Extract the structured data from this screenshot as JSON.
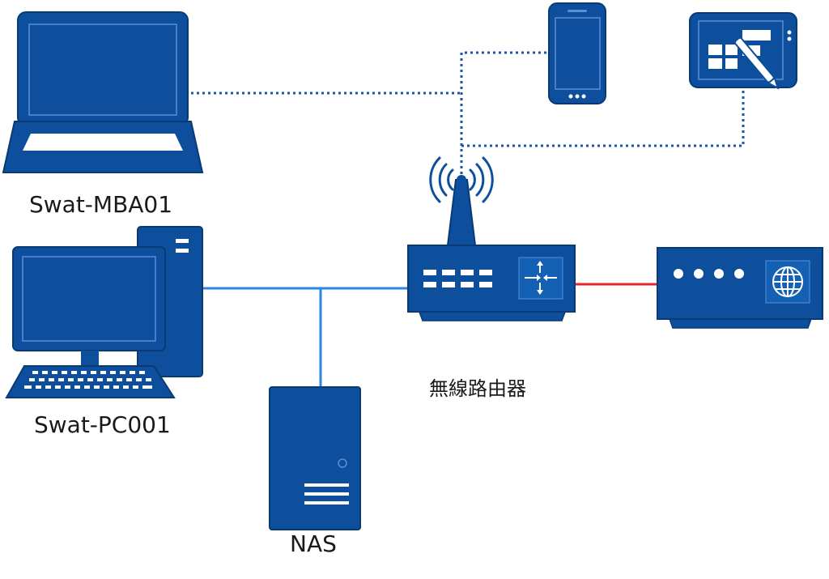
{
  "labels": {
    "laptop": "Swat-MBA01",
    "desktop": "Swat-PC001",
    "nas": "NAS",
    "router": "無線路由器"
  },
  "colors": {
    "device_fill": "#0d4f9c",
    "device_stroke": "#083a75",
    "device_light": "#1e6ec8",
    "wired_link": "#2e86de",
    "wireless_link": "#1a56b0",
    "wan_link": "#e8262a",
    "background": "#ffffff"
  },
  "devices": [
    {
      "name": "laptop",
      "icon": "laptop-icon"
    },
    {
      "name": "desktop",
      "icon": "desktop-pc-icon"
    },
    {
      "name": "nas",
      "icon": "nas-server-icon"
    },
    {
      "name": "router",
      "icon": "wireless-router-icon"
    },
    {
      "name": "modem",
      "icon": "modem-globe-icon"
    },
    {
      "name": "phone",
      "icon": "smartphone-icon"
    },
    {
      "name": "tablet",
      "icon": "tablet-pen-icon"
    }
  ],
  "links": [
    {
      "from": "laptop",
      "to": "router",
      "type": "wireless"
    },
    {
      "from": "phone",
      "to": "router",
      "type": "wireless"
    },
    {
      "from": "tablet",
      "to": "router",
      "type": "wireless"
    },
    {
      "from": "desktop",
      "to": "router",
      "type": "wired"
    },
    {
      "from": "nas",
      "to": "router",
      "type": "wired"
    },
    {
      "from": "router",
      "to": "modem",
      "type": "wan"
    }
  ]
}
